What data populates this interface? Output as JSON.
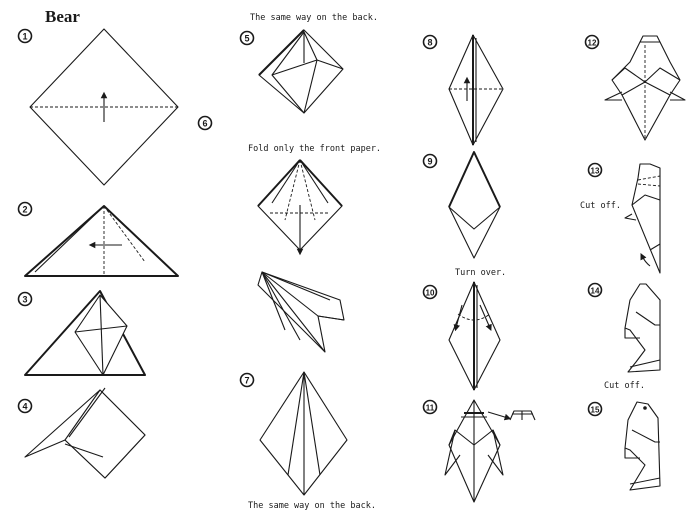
{
  "title": "Bear",
  "steps": [
    "1",
    "2",
    "3",
    "4",
    "5",
    "6",
    "7",
    "8",
    "9",
    "10",
    "11",
    "12",
    "13",
    "14",
    "15"
  ],
  "captions": {
    "step5": "The same way on the back.",
    "step6": "Fold only the front paper.",
    "step7": "The same way on the back.",
    "step9": "Turn over.",
    "step13": "Cut off.",
    "step14": "Cut off."
  }
}
